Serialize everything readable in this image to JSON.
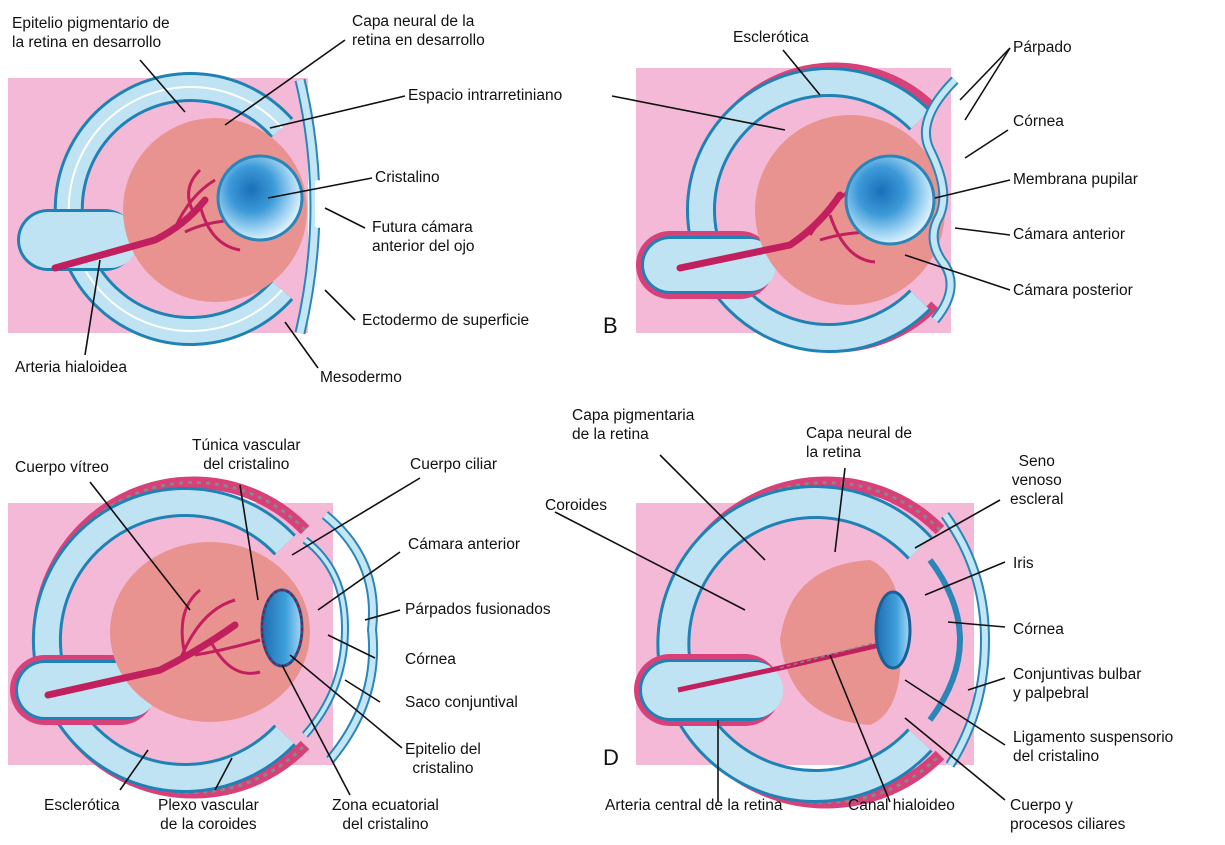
{
  "colors": {
    "background_pink": "#f4b9d6",
    "retina_light_blue": "#bfe3f2",
    "pigment_blue": "#1f82b5",
    "vitreous_salmon": "#e8938f",
    "vessel_magenta": "#c21f5f",
    "sclera_magenta": "#d8407a",
    "lens_blue": "#3a97d4"
  },
  "panels": {
    "a": {
      "labels": {
        "epitelio": "Epitelio pigmentario de\nla retina en desarrollo",
        "capa_neural": "Capa neural de la\nretina en desarrollo",
        "espacio": "Espacio intrarretiniano",
        "cristalino": "Cristalino",
        "futura": "Futura cámara\nanterior del ojo",
        "ectodermo": "Ectodermo de superficie",
        "arteria": "Arteria hialoidea",
        "mesodermo": "Mesodermo"
      }
    },
    "b": {
      "letter": "B",
      "labels": {
        "esclerotica": "Esclerótica",
        "parpado": "Párpado",
        "cornea": "Córnea",
        "membrana": "Membrana pupilar",
        "camara_anterior": "Cámara anterior",
        "camara_posterior": "Cámara posterior"
      }
    },
    "c": {
      "labels": {
        "cuerpo_vitreo": "Cuerpo vítreo",
        "tunica": "Túnica vascular\ndel cristalino",
        "cuerpo_ciliar": "Cuerpo ciliar",
        "camara_anterior": "Cámara anterior",
        "parpados": "Párpados fusionados",
        "cornea": "Córnea",
        "saco": "Saco conjuntival",
        "epitelio_cristalino": "Epitelio del\ncristalino",
        "esclerotica": "Esclerótica",
        "plexo": "Plexo vascular\nde la coroides",
        "zona": "Zona ecuatorial\ndel cristalino"
      }
    },
    "d": {
      "letter": "D",
      "labels": {
        "capa_pigmentaria": "Capa pigmentaria\nde la retina",
        "capa_neural": "Capa neural de\nla retina",
        "seno": "Seno\nvenoso\nescleral",
        "coroides": "Coroides",
        "iris": "Iris",
        "cornea": "Córnea",
        "conjuntivas": "Conjuntivas bulbar\ny palpebral",
        "ligamento": "Ligamento suspensorio\ndel cristalino",
        "arteria_central": "Arteria central de la retina",
        "canal": "Canal hialoideo",
        "cuerpo_procesos": "Cuerpo y\nprocesos ciliares"
      }
    }
  }
}
